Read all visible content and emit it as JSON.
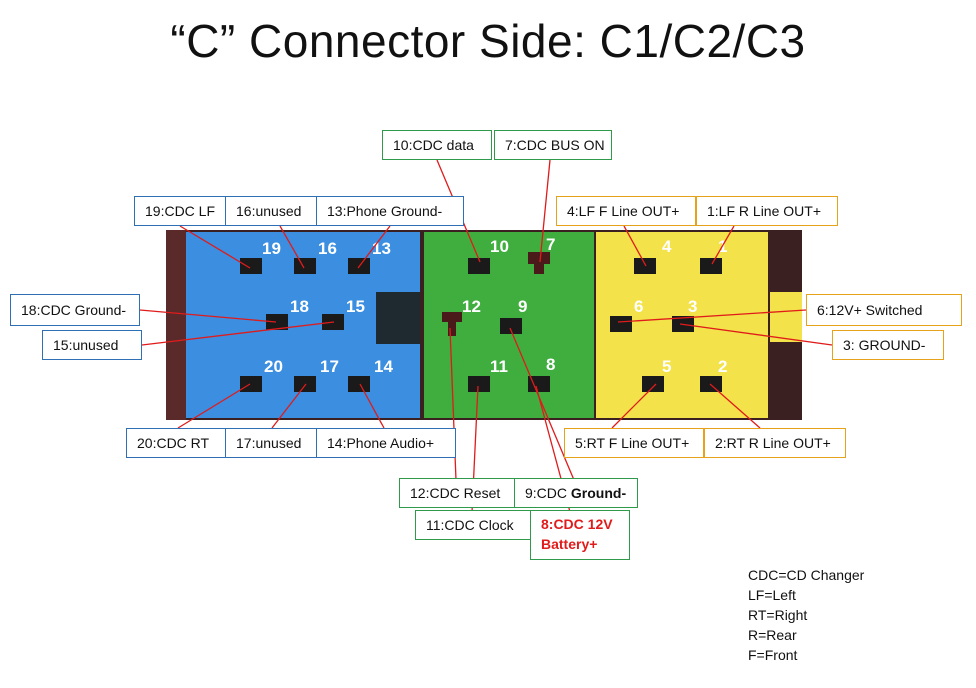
{
  "title": "“C” Connector Side: C1/C2/C3",
  "labels": {
    "l10": "10:CDC data",
    "l7": "7:CDC BUS ON",
    "l19": "19:CDC LF",
    "l16": "16:unused",
    "l13": "13:Phone Ground-",
    "l4": "4:LF  F Line OUT+",
    "l1": "1:LF R Line OUT+",
    "l18": "18:CDC Ground-",
    "l15": "15:unused",
    "l6": "6:12V+ Switched",
    "l3": "3: GROUND-",
    "l20": "20:CDC RT",
    "l17": "17:unused",
    "l14": "14:Phone Audio+",
    "l5": "5:RT F Line OUT+",
    "l2": "2:RT R Line OUT+",
    "l12": "12:CDC Reset",
    "l9_prefix": "9:CDC ",
    "l9_bold": "Ground-",
    "l11": "11:CDC Clock",
    "l8": "8:CDC 12V\nBattery+"
  },
  "pins": {
    "blue": [
      "19",
      "16",
      "13",
      "18",
      "15",
      "20",
      "17",
      "14"
    ],
    "green": [
      "10",
      "7",
      "12",
      "9",
      "11",
      "8"
    ],
    "yellow": [
      "4",
      "1",
      "6",
      "3",
      "5",
      "2"
    ]
  },
  "legend": [
    "CDC=CD Changer",
    "LF=Left",
    "RT=Right",
    "R=Rear",
    "F=Front"
  ],
  "colors": {
    "blue_block": "#3b8ee0",
    "green_block": "#3fae3f",
    "yellow_block": "#f3e24a",
    "leader_line": "#e01b1b",
    "blue_border": "#2f6fb3",
    "green_border": "#2e9a4a",
    "yellow_border": "#e6a21a"
  }
}
